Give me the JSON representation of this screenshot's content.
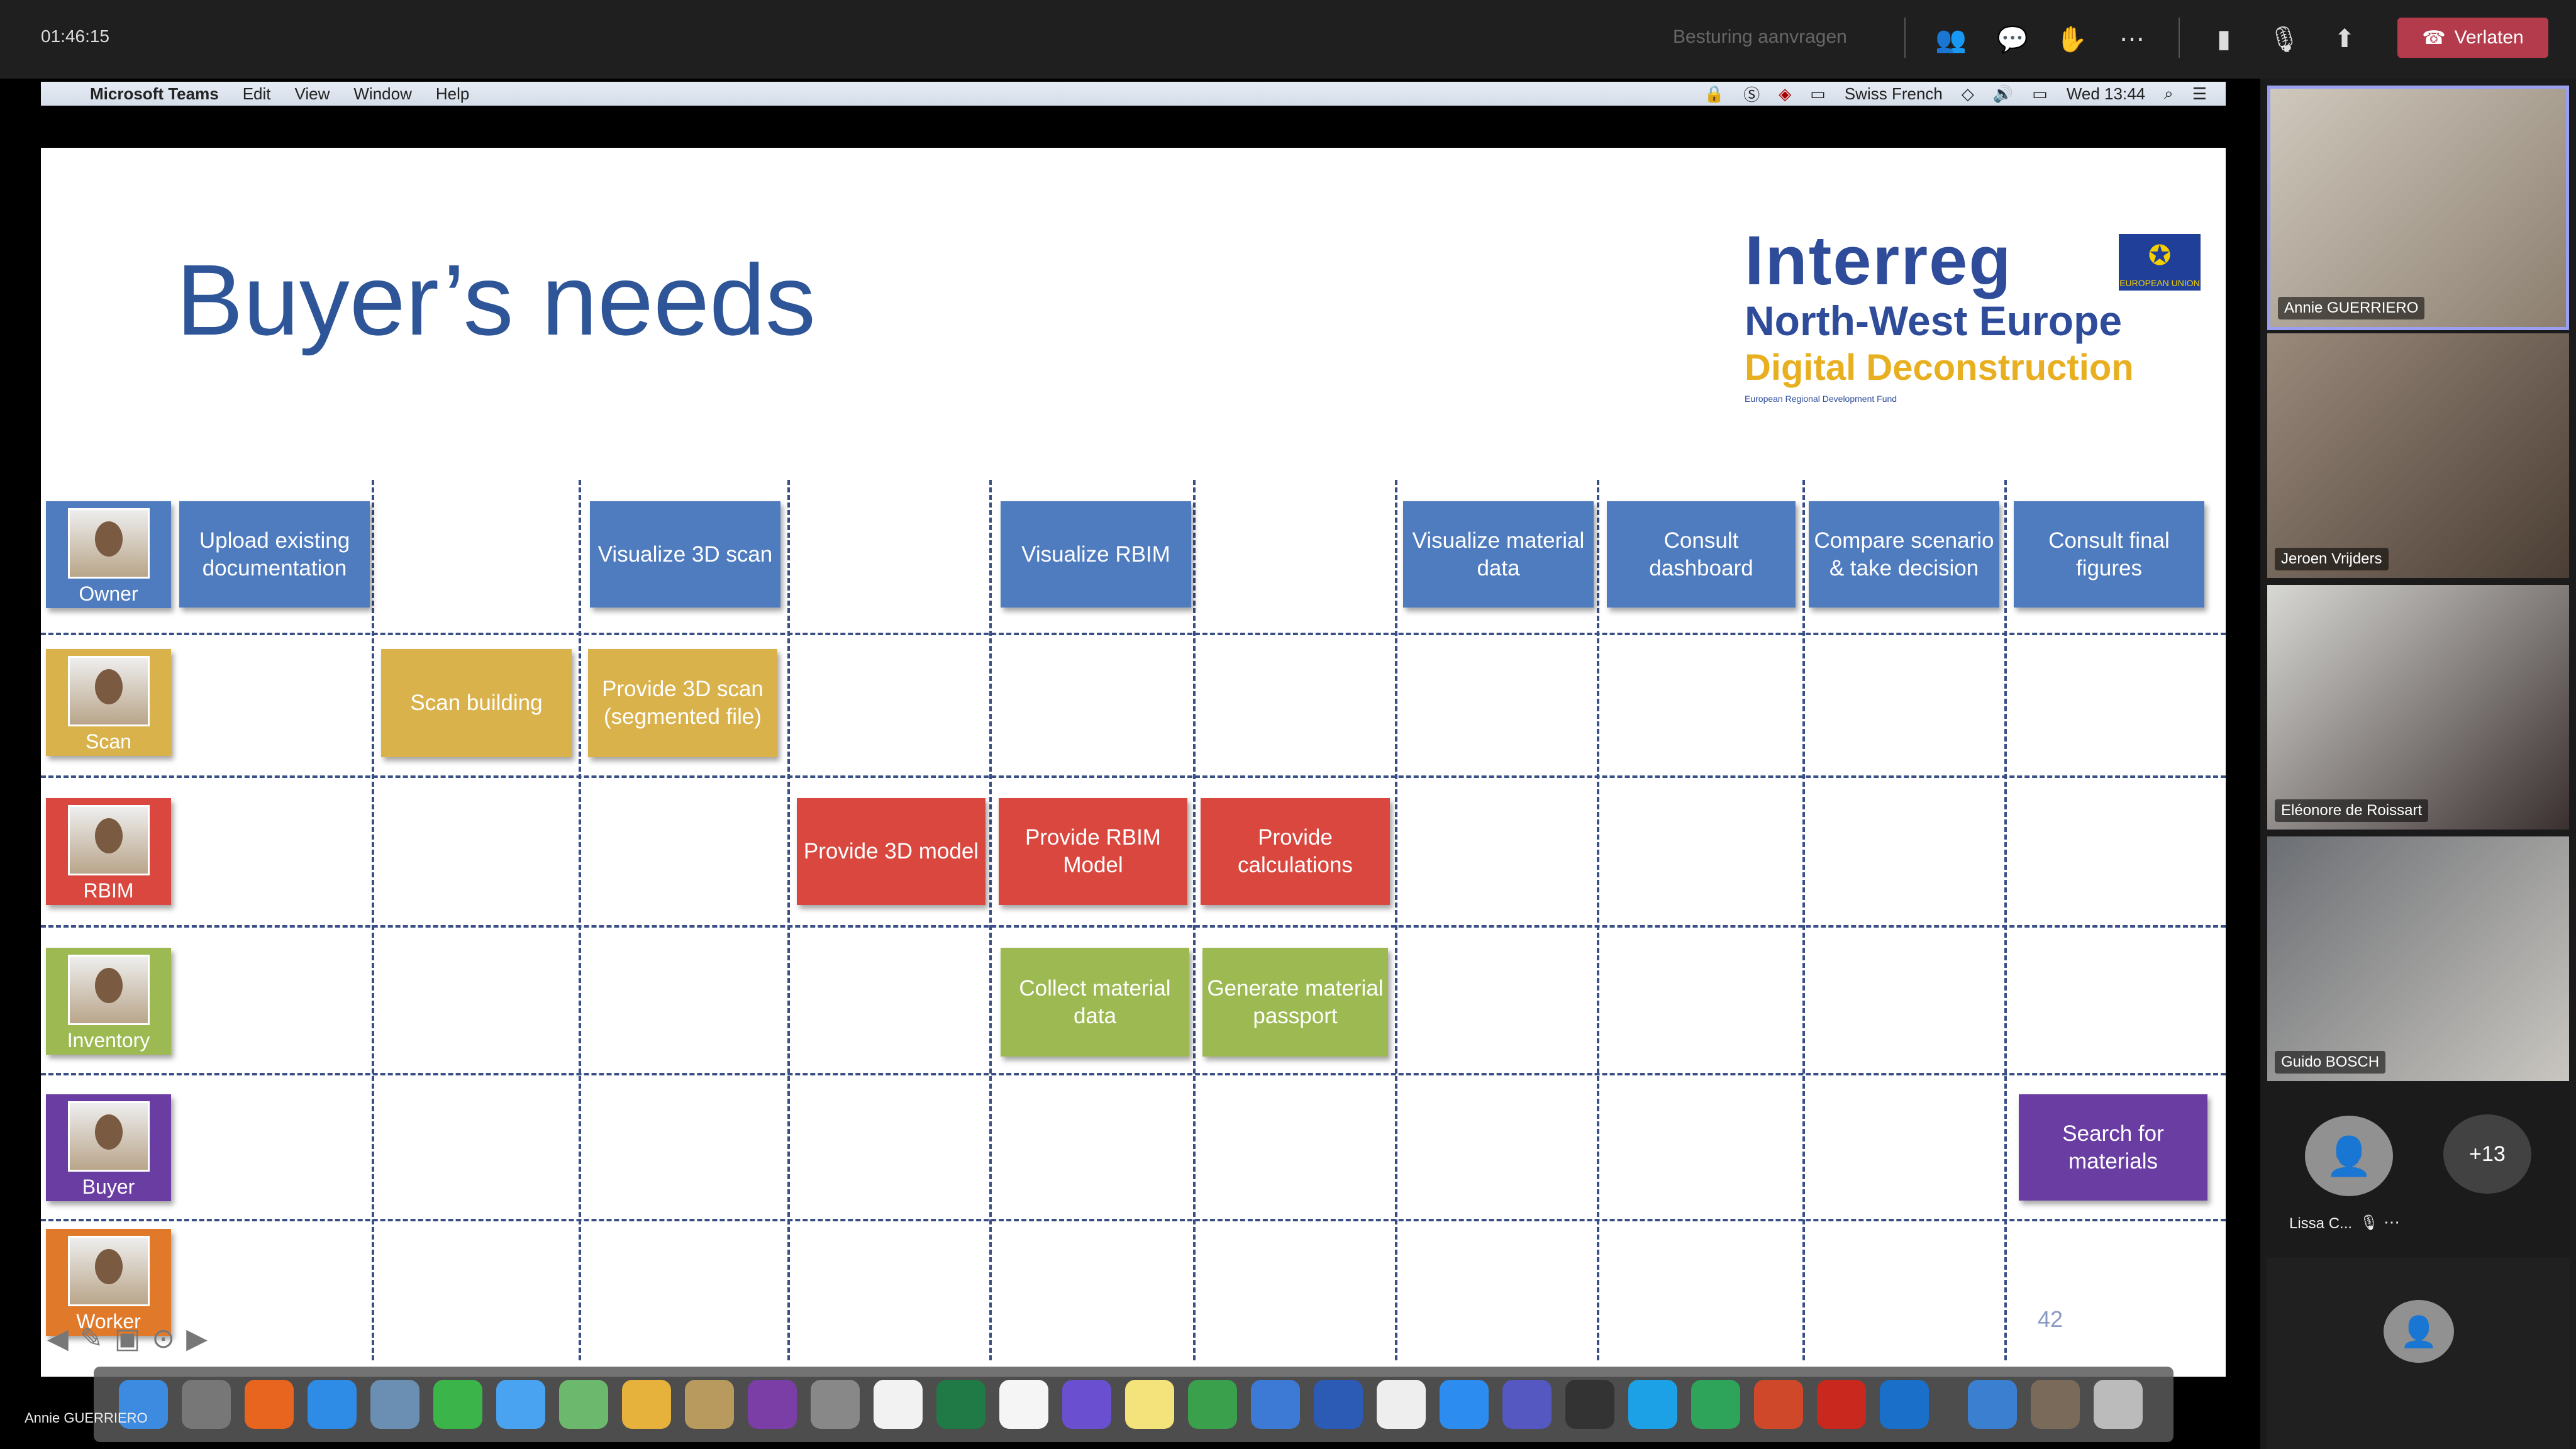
{
  "topbar": {
    "timer": "01:46:15",
    "request_control": "Besturing aanvragen",
    "leave": "Verlaten",
    "icons": [
      "participants-icon",
      "chat-icon",
      "raise-hand-icon",
      "more-icon",
      "camera-off-icon",
      "mic-off-icon",
      "share-icon"
    ]
  },
  "menubar": {
    "app": "Microsoft Teams",
    "items": [
      "Edit",
      "View",
      "Window",
      "Help"
    ],
    "keyboard": "Swiss French",
    "clock": "Wed 13:44"
  },
  "slide": {
    "title": "Buyer’s needs",
    "logo": {
      "line1": "Interreg",
      "line2": "North-West Europe",
      "line3": "Digital Deconstruction",
      "line4": "European Regional Development Fund",
      "eu": "EUROPEAN UNION"
    },
    "roles": [
      "Owner",
      "Scan",
      "RBIM",
      "Inventory",
      "Buyer",
      "Worker"
    ],
    "tasks": {
      "upload": "Upload existing documentation",
      "visualize_3d": "Visualize 3D scan",
      "visualize_rbim": "Visualize RBIM",
      "visualize_material": "Visualize material data",
      "consult_dashboard": "Consult dashboard",
      "compare": "Compare scenario & take decision",
      "consult_final": "Consult final figures",
      "scan_building": "Scan building",
      "provide_3d_scan": "Provide 3D scan (segmented file)",
      "provide_3d_model": "Provide 3D model",
      "provide_rbim": "Provide RBIM Model",
      "provide_calc": "Provide calculations",
      "collect": "Collect material data",
      "generate": "Generate material passport",
      "search": "Search for materials"
    },
    "page_number": "42",
    "colors": {
      "blue": "#4f7bbf",
      "gold": "#d9b24c",
      "red": "#d9473f",
      "green": "#9cb952",
      "purple": "#6a3da3"
    }
  },
  "presenter": "Annie GUERRIERO",
  "participants": [
    {
      "name": "Annie GUERRIERO"
    },
    {
      "name": "Jeroen Vrijders"
    },
    {
      "name": "Eléonore de Roissart"
    },
    {
      "name": "Guido BOSCH"
    },
    {
      "name": "Lissa C..."
    }
  ],
  "overflow_count": "+13"
}
